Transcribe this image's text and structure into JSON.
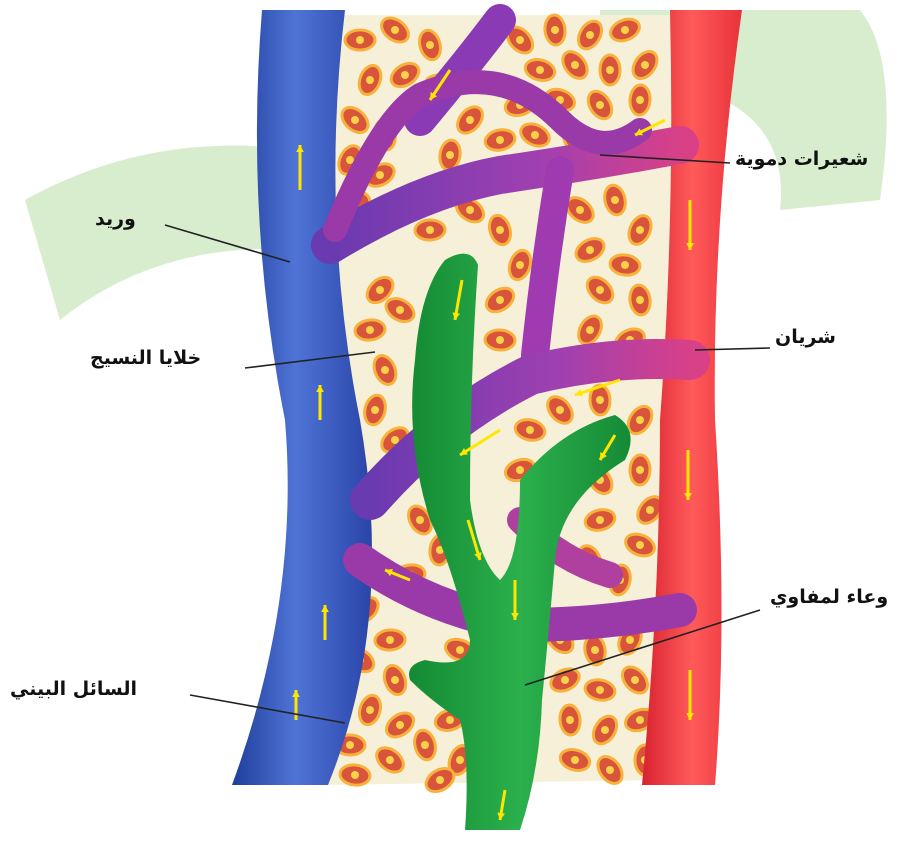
{
  "labels": {
    "capillaries": "شعيرات دموية",
    "vein": "وريد",
    "tissue_cells": "خلايا النسيج",
    "artery": "شريان",
    "lymph_vessel": "وعاء لمفاوي",
    "interstitial_fluid": "السائل البيني"
  },
  "colors": {
    "vein": "#2a4aa8",
    "artery": "#e8323a",
    "capillary": "#9a3aa8",
    "lymph": "#1a9a3c",
    "tissue_bg": "#f6f0d8",
    "cell_fill": "#d8543a",
    "cell_rim": "#f6b23a",
    "flow_arrow": "#ffe600",
    "watermark": "#cfe8c4"
  },
  "icons": {
    "flow": "yellow-flow-arrow",
    "cell": "tissue-cell"
  }
}
